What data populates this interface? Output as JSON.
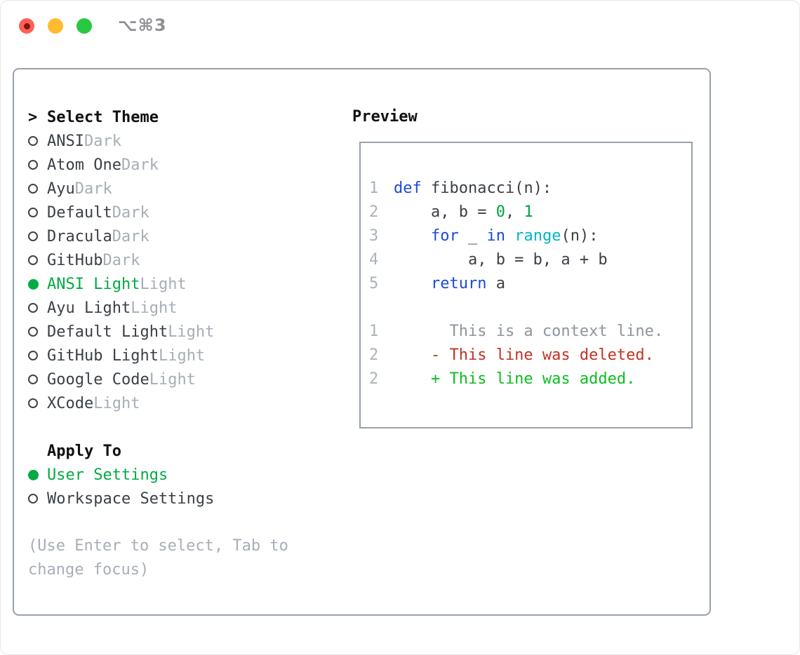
{
  "window": {
    "title": "⌥⌘3"
  },
  "theme_panel": {
    "prompt": ">",
    "header": "Select Theme",
    "items": [
      {
        "name": "ANSI",
        "tag": "Dark",
        "selected": false
      },
      {
        "name": "Atom One",
        "tag": "Dark",
        "selected": false
      },
      {
        "name": "Ayu",
        "tag": "Dark",
        "selected": false
      },
      {
        "name": "Default",
        "tag": "Dark",
        "selected": false
      },
      {
        "name": "Dracula",
        "tag": "Dark",
        "selected": false
      },
      {
        "name": "GitHub",
        "tag": "Dark",
        "selected": false
      },
      {
        "name": "ANSI Light",
        "tag": "Light",
        "selected": true
      },
      {
        "name": "Ayu Light",
        "tag": "Light",
        "selected": false
      },
      {
        "name": "Default Light",
        "tag": "Light",
        "selected": false
      },
      {
        "name": "GitHub Light",
        "tag": "Light",
        "selected": false
      },
      {
        "name": "Google Code",
        "tag": "Light",
        "selected": false
      },
      {
        "name": "XCode",
        "tag": "Light",
        "selected": false
      }
    ]
  },
  "apply_panel": {
    "header": "Apply To",
    "items": [
      {
        "label": "User Settings",
        "selected": true
      },
      {
        "label": "Workspace Settings",
        "selected": false
      }
    ]
  },
  "hint": "(Use Enter to select, Tab to change focus)",
  "preview": {
    "header": "Preview",
    "lines": [
      {
        "num": "1",
        "segments": [
          {
            "text": "def",
            "color": "keyword"
          },
          {
            "text": " fibonacci(n):",
            "color": "fg"
          }
        ]
      },
      {
        "num": "2",
        "segments": [
          {
            "text": "    a, b = ",
            "color": "fg"
          },
          {
            "text": "0",
            "color": "number"
          },
          {
            "text": ", ",
            "color": "fg"
          },
          {
            "text": "1",
            "color": "number"
          }
        ]
      },
      {
        "num": "3",
        "segments": [
          {
            "text": "    ",
            "color": "fg"
          },
          {
            "text": "for",
            "color": "keyword"
          },
          {
            "text": " _ ",
            "color": "fg"
          },
          {
            "text": "in",
            "color": "keyword"
          },
          {
            "text": " ",
            "color": "fg"
          },
          {
            "text": "range",
            "color": "builtin"
          },
          {
            "text": "(n):",
            "color": "fg"
          }
        ]
      },
      {
        "num": "4",
        "segments": [
          {
            "text": "        a, b = b, a + b",
            "color": "fg"
          }
        ]
      },
      {
        "num": "5",
        "segments": [
          {
            "text": "    ",
            "color": "fg"
          },
          {
            "text": "return",
            "color": "keyword"
          },
          {
            "text": " a",
            "color": "fg"
          }
        ]
      },
      {
        "num": "",
        "segments": []
      },
      {
        "num": "1",
        "segments": [
          {
            "text": "      This is a context line.",
            "color": "context"
          }
        ]
      },
      {
        "num": "2",
        "segments": [
          {
            "text": "    - This line was deleted.",
            "color": "deleted"
          }
        ]
      },
      {
        "num": "2",
        "segments": [
          {
            "text": "    + This line was added.",
            "color": "added"
          }
        ]
      }
    ]
  },
  "colors": {
    "keyword": "#1a4bd8",
    "builtin": "#00b4c8",
    "number": "#00a43c",
    "fg": "#3b4046",
    "context": "#8f959c",
    "deleted": "#c23321",
    "added": "#0dbd22",
    "selection_green": "#00ab44",
    "gutter": "#a9b2bc",
    "tag": "#a7aeb8",
    "hint": "#a7aeb8",
    "border": "#98a1ab",
    "title_gray": "#8e9094",
    "traffic_red": "#ff5f57",
    "traffic_yellow": "#febc2e",
    "traffic_green": "#28c840",
    "traffic_red_dot": "#7e150f"
  }
}
